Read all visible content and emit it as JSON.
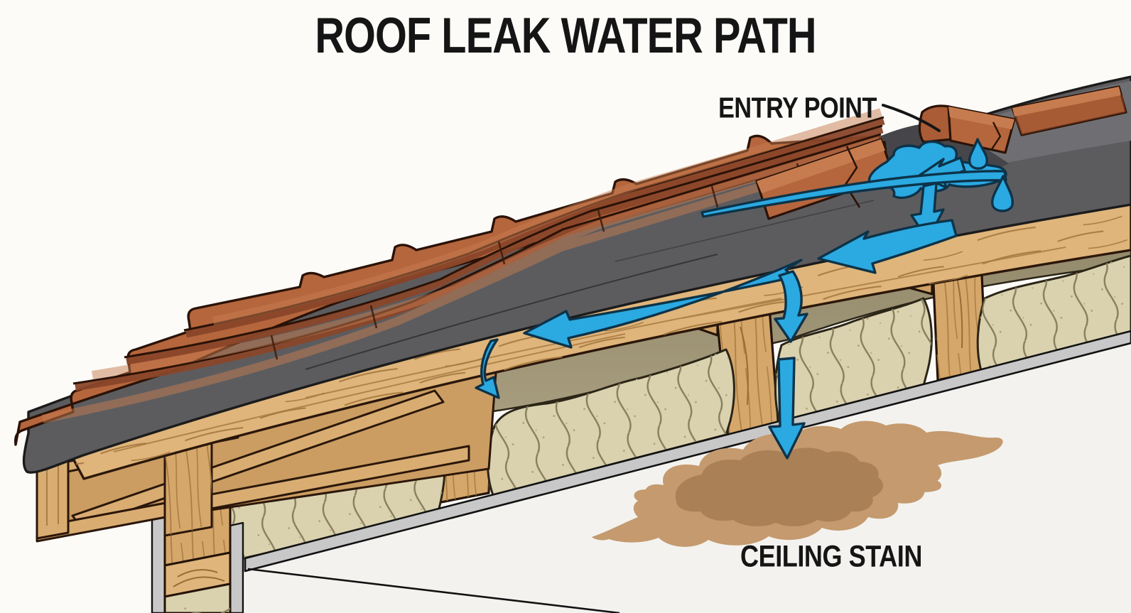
{
  "diagram": {
    "title": "ROOF LEAK WATER PATH",
    "labels": {
      "entry_point": "ENTRY POINT",
      "ceiling_stain": "CEILING STAIN"
    },
    "colors": {
      "water_blue": "#2BA9E1",
      "tile_terracotta": "#B5663D",
      "underlayment_gray": "#5C5C5F",
      "wood_tan": "#DFB57B",
      "insulation_beige": "#DAD2AF",
      "ceiling_white": "#F3F2EF",
      "stain_brown": "#C49A6E",
      "stain_brown_dark": "#AA8057"
    }
  }
}
